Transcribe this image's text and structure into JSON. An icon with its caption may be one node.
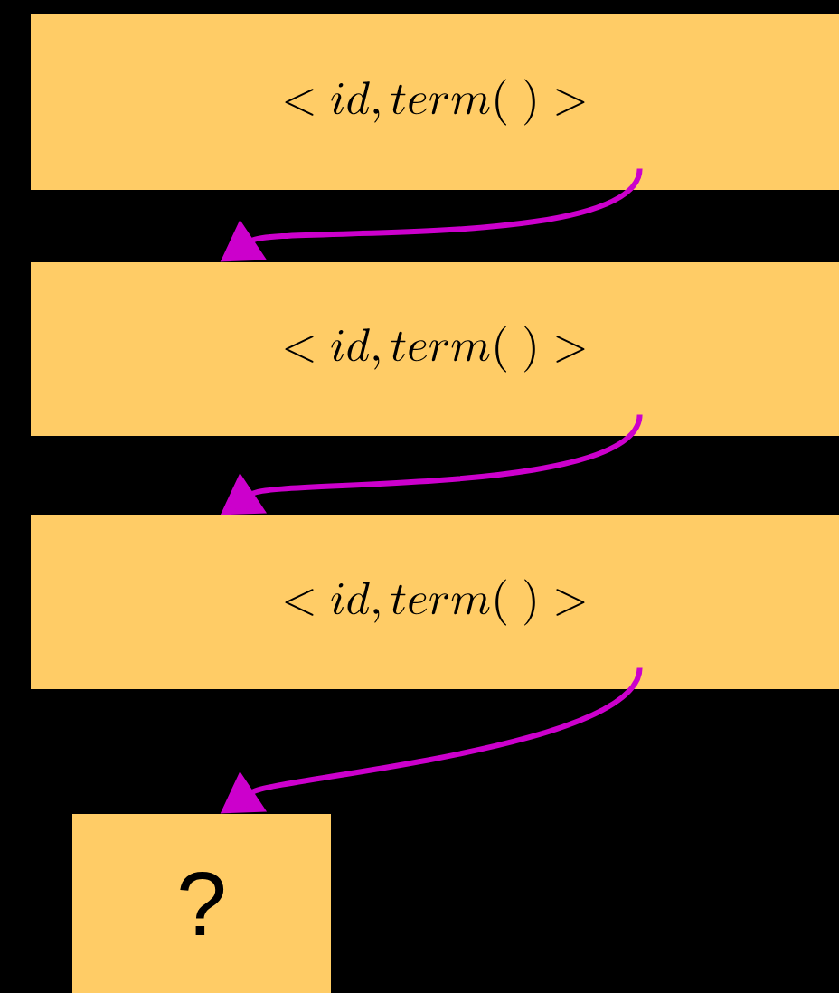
{
  "diagram": {
    "nodes": [
      {
        "text": [
          "<id,term(\\;)>"
        ]
      },
      {
        "text": [
          "<id,term(\\;)>"
        ]
      },
      {
        "text": [
          "<id,term(\\;)>"
        ]
      },
      {
        "text": [
          "?"
        ]
      }
    ],
    "edges": [
      {
        "from": 0,
        "to": 1,
        "arrow": "to"
      },
      {
        "from": 1,
        "to": 2,
        "arrow": "to"
      },
      {
        "from": 2,
        "to": 3,
        "arrow": "to"
      }
    ]
  }
}
